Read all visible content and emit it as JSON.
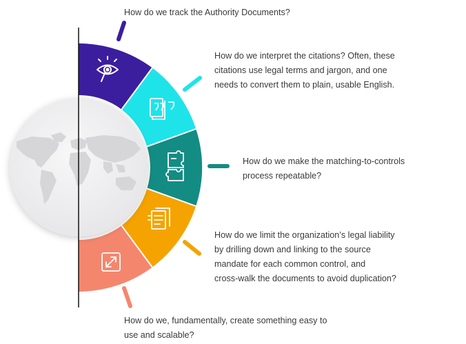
{
  "questions": {
    "q1": "How do we track the Authority Documents?",
    "q2_lines": [
      "How do we interpret the citations? Often, these",
      "citations use legal terms and jargon, and one",
      "needs to convert them to plain, usable English."
    ],
    "q3_lines": [
      "How do we make the matching-to-controls",
      "process repeatable?"
    ],
    "q4_lines": [
      "How do we limit the organization’s legal liability",
      "by drilling down and linking to the source",
      "mandate for each common control, and",
      "cross-walk the documents to avoid duplication?"
    ],
    "q5_lines": [
      "How do we, fundamentally, create something easy to",
      "use and scalable?"
    ]
  },
  "segments": [
    {
      "icon": "eye-icon",
      "color": "#3B1E9E"
    },
    {
      "icon": "quote-icon",
      "color": "#1EE4EA"
    },
    {
      "icon": "puzzle-icon",
      "color": "#138C84"
    },
    {
      "icon": "document-list-icon",
      "color": "#F5A300"
    },
    {
      "icon": "expand-icon",
      "color": "#F5866E"
    }
  ],
  "colors": {
    "text": "#3a3a3a",
    "globe_bg": "#eeeeef",
    "map": "#d6d6d8",
    "divider": "#111111"
  }
}
